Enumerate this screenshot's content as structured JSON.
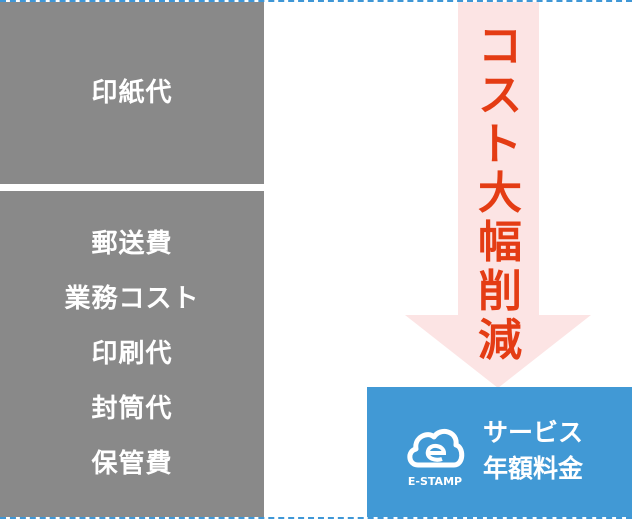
{
  "left": {
    "top_box": [
      "印紙代"
    ],
    "bottom_box": [
      "郵送費",
      "業務コスト",
      "印刷代",
      "封筒代",
      "保管費"
    ]
  },
  "arrow": {
    "label": [
      "コ",
      "ス",
      "ト",
      "大",
      "幅",
      "削",
      "減"
    ],
    "text": "コスト大幅削減",
    "fill_color": "#fce4e4",
    "text_color": "#e43c14"
  },
  "service": {
    "logo": "E-STAMP",
    "line1": "サービス",
    "line2": "年額料金",
    "color": "#4199d5"
  }
}
